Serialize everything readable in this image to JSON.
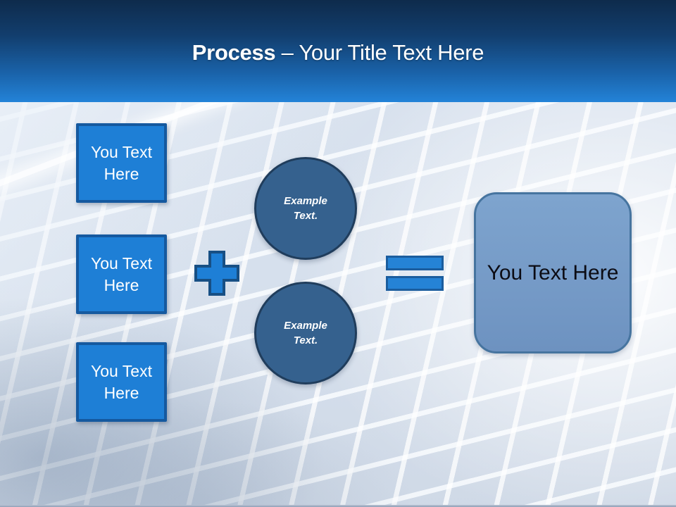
{
  "header": {
    "title_bold": "Process",
    "title_rest": "– Your Title Text Here"
  },
  "left_boxes": [
    {
      "label": "You Text Here"
    },
    {
      "label": "You Text Here"
    },
    {
      "label": "You Text Here"
    }
  ],
  "operators": {
    "plus": "plus-icon",
    "equals": "equals-icon"
  },
  "circles": [
    {
      "label": "Example Text."
    },
    {
      "label": "Example Text."
    }
  ],
  "result_box": {
    "label": "You Text Here"
  },
  "colors": {
    "header_gradient_top": "#0e2b4c",
    "header_gradient_bottom": "#2383d8",
    "box_fill": "#1e7fd6",
    "box_border": "#15599f",
    "circle_fill": "#35618e",
    "circle_border": "#203d5c",
    "operator_fill": "#2583d6",
    "operator_border": "#1b5d9e",
    "result_fill": "#7398c5",
    "result_border": "#46749f",
    "title_color": "#ffffff",
    "result_text_color": "#0c0c14"
  }
}
